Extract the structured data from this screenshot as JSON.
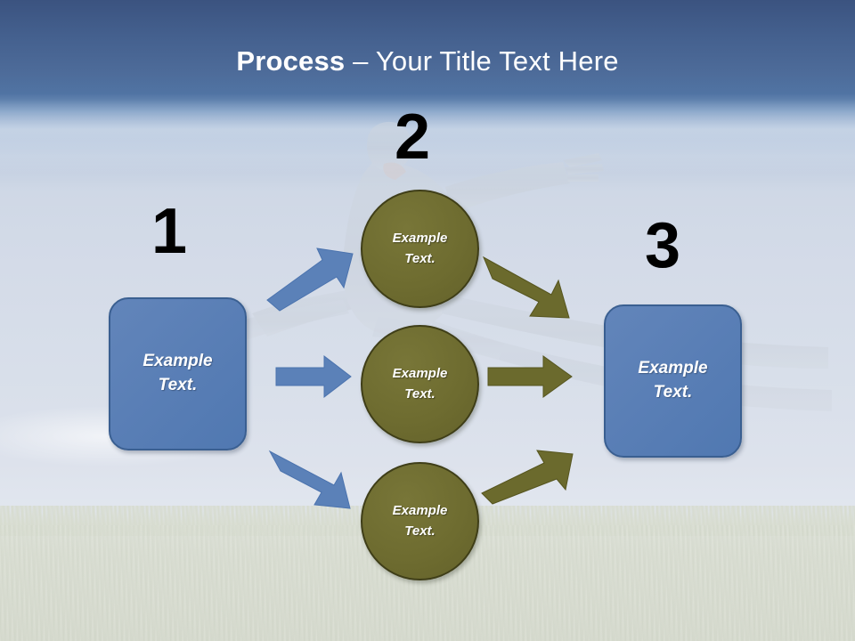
{
  "slide": {
    "title": {
      "strong": "Process",
      "rest": " – Your Title Text Here"
    },
    "background": {
      "scene_description": "leaping person silhouette over sky and grass field",
      "sky_top_color": "#3b5380",
      "sky_bottom_color": "#d5dce8",
      "grass_color": "#d6dace"
    },
    "colors": {
      "box_fill": "#5a7fb6",
      "box_border": "#3a5f91",
      "circle_fill": "#6e6c30",
      "circle_border": "#3f3e18",
      "blue_arrow": "#5b81b8",
      "olive_arrow": "#6b6a2d",
      "number_color": "#000000",
      "title_color": "#ffffff"
    },
    "steps": [
      {
        "number": "1",
        "label": "step-1"
      },
      {
        "number": "2",
        "label": "step-2"
      },
      {
        "number": "3",
        "label": "step-3"
      }
    ],
    "nodes": {
      "box_left": {
        "line1": "Example",
        "line2": "Text."
      },
      "box_right": {
        "line1": "Example",
        "line2": "Text."
      },
      "circle_top": {
        "line1": "Example",
        "line2": "Text."
      },
      "circle_middle": {
        "line1": "Example",
        "line2": "Text."
      },
      "circle_bottom": {
        "line1": "Example",
        "line2": "Text."
      }
    },
    "connectors": [
      {
        "name": "blue-arrow-up",
        "color": "#5b81b8",
        "direction": "up-right",
        "from": "box-left",
        "to": "circle-top"
      },
      {
        "name": "blue-arrow-right",
        "color": "#5b81b8",
        "direction": "right",
        "from": "box-left",
        "to": "circle-middle"
      },
      {
        "name": "blue-arrow-down",
        "color": "#5b81b8",
        "direction": "down-right",
        "from": "box-left",
        "to": "circle-bottom"
      },
      {
        "name": "olive-arrow-down",
        "color": "#6b6a2d",
        "direction": "down-right",
        "from": "circle-top",
        "to": "box-right"
      },
      {
        "name": "olive-arrow-right",
        "color": "#6b6a2d",
        "direction": "right",
        "from": "circle-middle",
        "to": "box-right"
      },
      {
        "name": "olive-arrow-up",
        "color": "#6b6a2d",
        "direction": "up-right",
        "from": "circle-bottom",
        "to": "box-right"
      }
    ]
  }
}
